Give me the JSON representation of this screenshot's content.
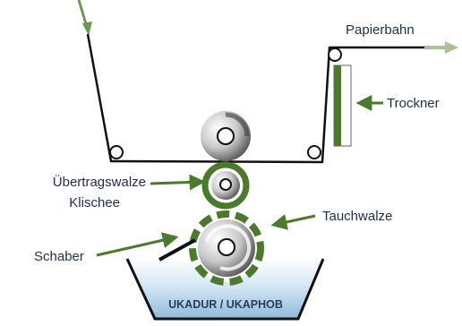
{
  "labels": {
    "paper_web": "Papierbahn",
    "dryer": "Trockner",
    "transfer_roll": "Übertragswalze",
    "plate": "Klischee",
    "dip_roll": "Tauchwalze",
    "scraper": "Schaber",
    "tank": "UKADUR / UKAPHOB"
  },
  "colors": {
    "accent_green": "#4a7b2d",
    "arrow_green": "#6f9655",
    "label_text": "#1e2f4a",
    "tank_text": "#2b3c5c",
    "paper_line": "#111111"
  },
  "icons": {
    "arrow_in": "arrow-down-right-icon",
    "arrow_out": "arrow-right-icon"
  }
}
